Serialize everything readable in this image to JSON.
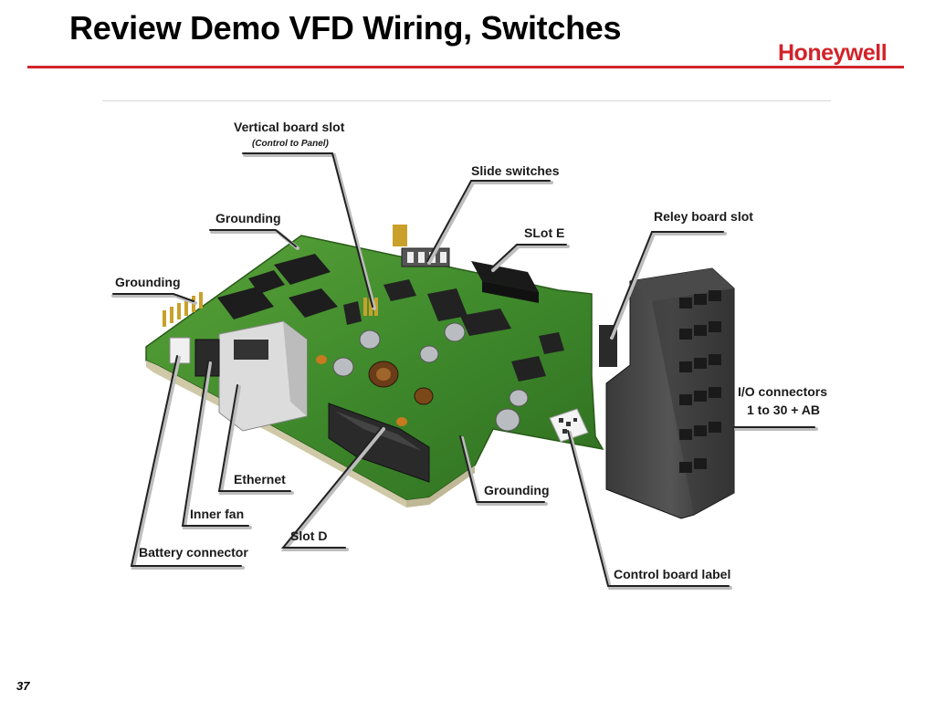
{
  "slide": {
    "title": "Review Demo VFD Wiring, Switches",
    "logo": "Honeywell",
    "page_number": "37"
  },
  "callouts": {
    "vertical_board_slot": "Vertical board slot",
    "vertical_board_slot_sub": "(Control to Panel)",
    "slide_switches": "Slide switches",
    "grounding_top": "Grounding",
    "slot_e": "SLot E",
    "reley_board_slot": "Reley board slot",
    "grounding_left": "Grounding",
    "io_connectors_line1": "I/O connectors",
    "io_connectors_line2": "1 to 30 + AB",
    "ethernet": "Ethernet",
    "grounding_bottom": "Grounding",
    "inner_fan": "Inner fan",
    "slot_d": "Slot D",
    "battery_connector": "Battery connector",
    "control_board_label": "Control board label"
  },
  "colors": {
    "accent": "#d2232a",
    "pcb": "#3f8a2c",
    "leader": "#222222"
  }
}
